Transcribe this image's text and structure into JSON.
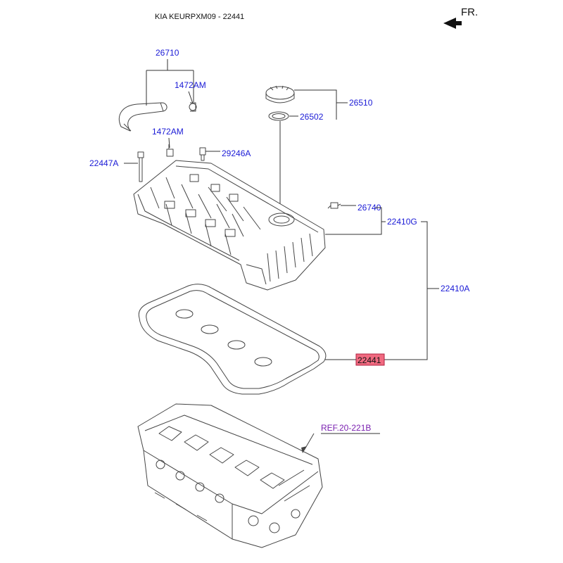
{
  "header": {
    "title": "KIA KEURPXM09 - 22441",
    "direction": "FR."
  },
  "callouts": {
    "p26710": "26710",
    "p1472AM_a": "1472AM",
    "p1472AM_b": "1472AM",
    "p26510": "26510",
    "p26502": "26502",
    "p22447A": "22447A",
    "p29246A": "29246A",
    "p26740": "26740",
    "p22410G": "22410G",
    "p22410A": "22410A",
    "p22441": "22441",
    "ref": "REF.20-221B"
  },
  "colors": {
    "callout": "#1a1ad6",
    "reference": "#7a1fb0",
    "highlight": "#f06a80"
  }
}
